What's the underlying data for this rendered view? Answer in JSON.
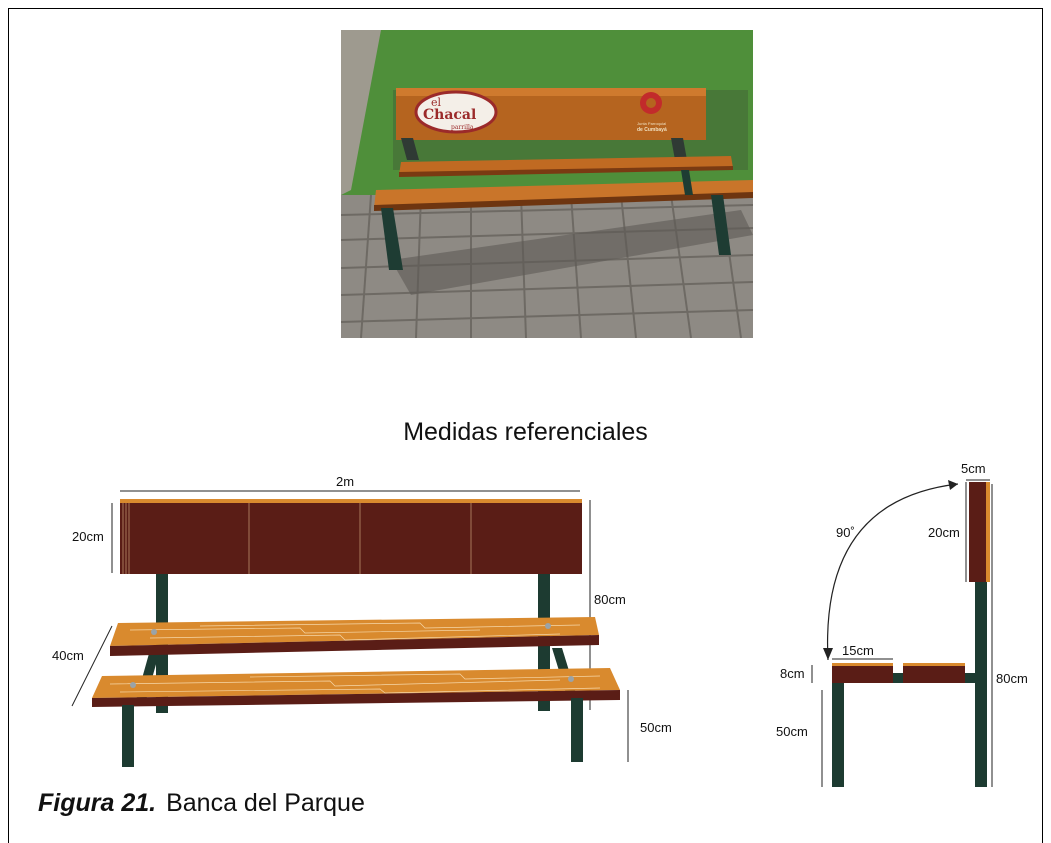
{
  "photo": {
    "sign_brand_top": "el",
    "sign_brand_main": "Chacal",
    "sign_brand_sub": "parrilla",
    "sign_partner_line1": "Junta Parroquial",
    "sign_partner_line2": "de Cumbayá"
  },
  "heading": "Medidas referenciales",
  "front_view": {
    "width": "2m",
    "backrest_height": "20cm",
    "depth": "40cm",
    "total_height": "80cm",
    "seat_height": "50cm"
  },
  "side_view": {
    "backrest_thickness": "5cm",
    "angle": "90˚",
    "backrest_height": "20cm",
    "slat_width": "15cm",
    "slat_thickness": "8cm",
    "total_height": "80cm",
    "seat_height": "50cm"
  },
  "caption": {
    "label": "Figura 21.",
    "text": "Banca del Parque"
  },
  "colors": {
    "grass": "#4f8f3a",
    "wood": "#d98a2e",
    "dark_wood": "#5a1d16",
    "frame_green": "#1d3b31"
  }
}
